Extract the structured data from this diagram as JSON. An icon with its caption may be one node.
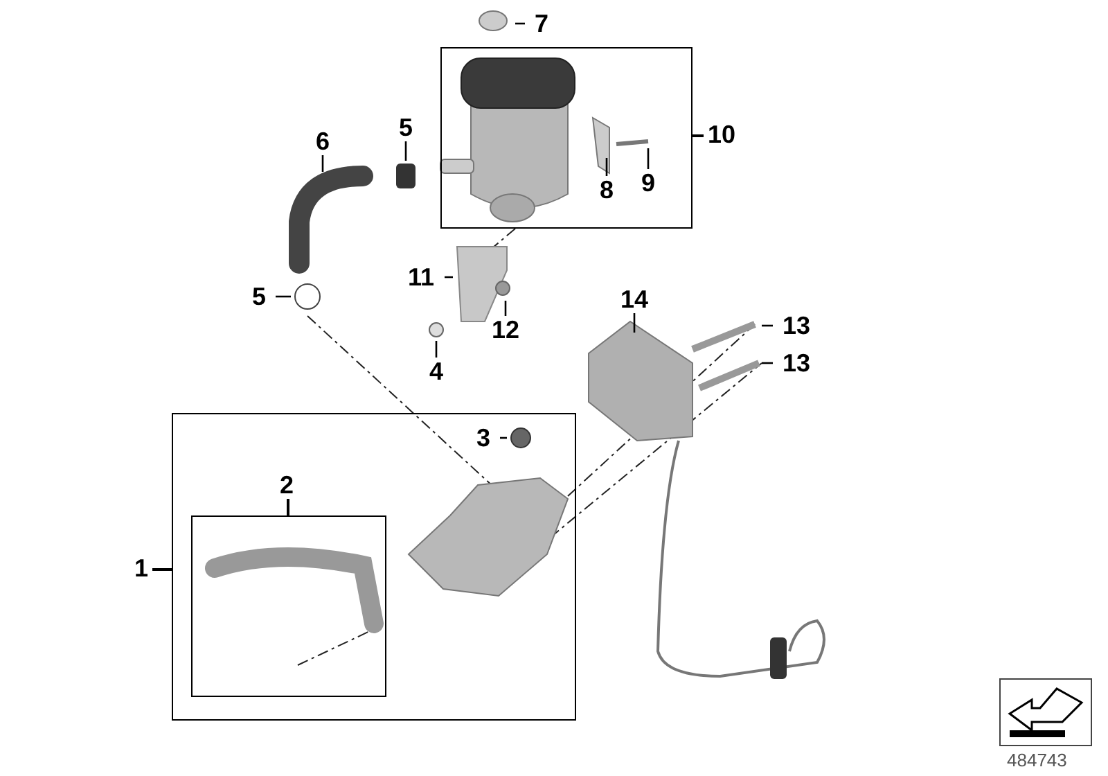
{
  "diagram": {
    "nodes": [
      {
        "text": [
          "7"
        ]
      },
      {
        "text": [
          "10"
        ]
      },
      {
        "text": [
          "6"
        ]
      },
      {
        "text": [
          "5"
        ]
      },
      {
        "text": [
          "8"
        ],
        "in": 1
      },
      {
        "text": [
          "9"
        ],
        "in": 1
      },
      {
        "text": [
          "11"
        ]
      },
      {
        "text": [
          "5"
        ]
      },
      {
        "text": [
          "12"
        ]
      },
      {
        "text": [
          "4"
        ]
      },
      {
        "text": [
          "14"
        ]
      },
      {
        "text": [
          "13"
        ]
      },
      {
        "text": [
          "13"
        ]
      },
      {
        "text": [
          "1"
        ]
      },
      {
        "text": [
          "3"
        ],
        "in": 13
      },
      {
        "text": [
          "2"
        ],
        "in": 13
      }
    ],
    "edges": [
      {
        "from": 0,
        "to": null,
        "arrow": "none"
      },
      {
        "from": 2,
        "to": null,
        "arrow": "none"
      },
      {
        "from": 3,
        "to": null,
        "arrow": "none"
      },
      {
        "from": 4,
        "to": null,
        "arrow": "none"
      },
      {
        "from": 5,
        "to": null,
        "arrow": "none"
      },
      {
        "from": 6,
        "to": null,
        "arrow": "none"
      },
      {
        "from": 7,
        "to": null,
        "arrow": "none"
      },
      {
        "from": 8,
        "to": null,
        "arrow": "none"
      },
      {
        "from": 9,
        "to": null,
        "arrow": "none"
      },
      {
        "from": 10,
        "to": null,
        "arrow": "none"
      },
      {
        "from": 11,
        "to": null,
        "arrow": "none"
      },
      {
        "from": 12,
        "to": null,
        "arrow": "none"
      },
      {
        "from": 14,
        "to": null,
        "arrow": "none"
      }
    ],
    "labels": [
      "484743"
    ]
  }
}
